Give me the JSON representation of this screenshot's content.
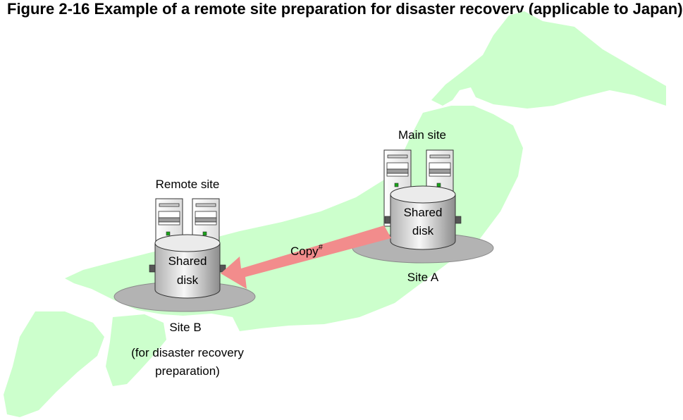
{
  "caption": "Figure 2-16 Example of a remote site preparation for disaster recovery (applicable to Japan)",
  "main_site": {
    "title": "Main site",
    "disk_line1": "Shared",
    "disk_line2": "disk",
    "site_label": "Site A"
  },
  "remote_site": {
    "title": "Remote site",
    "disk_line1": "Shared",
    "disk_line2": "disk",
    "site_label": "Site B",
    "note_line1": "(for disaster recovery",
    "note_line2": "preparation)"
  },
  "copy_arrow": {
    "label": "Copy",
    "superscript": "#"
  },
  "colors": {
    "land": "#ccffcc",
    "platform": "#b3b3b3",
    "arrow": "#f28c8c",
    "disk_light": "#f2f2f2",
    "disk_dark": "#9a9a9a"
  }
}
